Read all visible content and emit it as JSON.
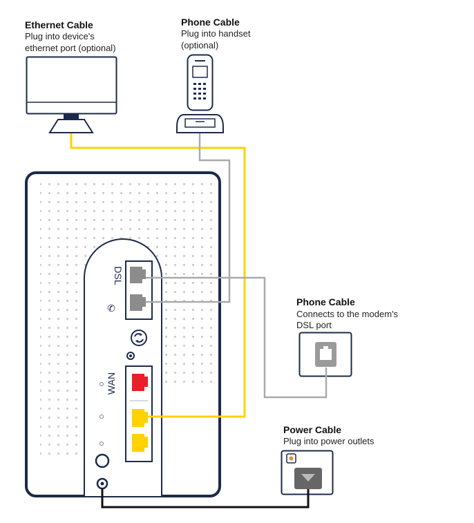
{
  "labels": {
    "ethernet": {
      "title": "Ethernet Cable",
      "desc1": "Plug into device's",
      "desc2": "ethernet port (optional)"
    },
    "phone_handset": {
      "title": "Phone Cable",
      "desc1": "Plug into handset",
      "desc2": "(optional)"
    },
    "phone_dsl": {
      "title": "Phone Cable",
      "desc1": "Connects to the modem's",
      "desc2": "DSL port"
    },
    "power": {
      "title": "Power Cable",
      "desc1": "Plug into power outlets"
    }
  },
  "modem": {
    "dsl_label": "DSL",
    "wan_label": "WAN",
    "phone_glyph": "✆"
  },
  "colors": {
    "navy": "#1b2a4a",
    "ethernet_cable": "#ffd200",
    "phone_cable": "#aaaaaa",
    "power_cable": "#111111",
    "wan_port": "#e8202a",
    "lan_port": "#ffd200",
    "dsl_port": "#8c8c8c"
  },
  "icons": [
    "monitor-icon",
    "cordless-phone-icon",
    "wall-phone-socket-icon",
    "power-outlet-icon",
    "wps-icon",
    "phone-icon",
    "power-button-icon"
  ]
}
